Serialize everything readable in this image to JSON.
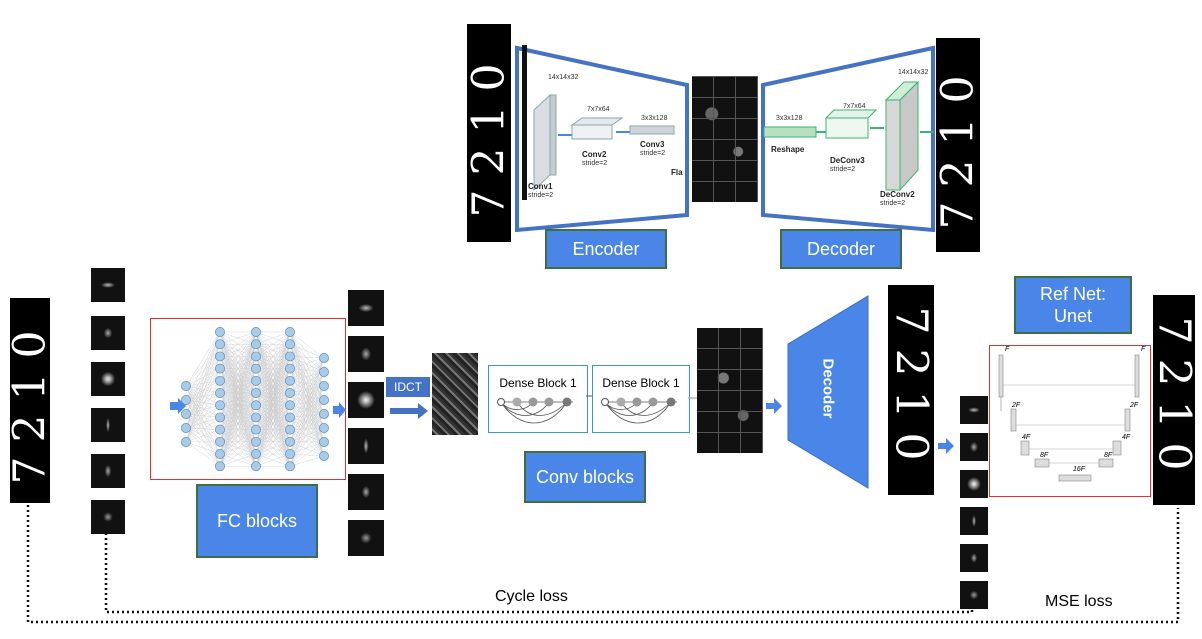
{
  "top_autoencoder": {
    "input_digits": "7210",
    "output_digits": "7210",
    "encoder_label": "Encoder",
    "decoder_label": "Decoder",
    "layers": {
      "conv1_dim": "14x14x32",
      "conv1_name": "Conv1",
      "conv1_stride": "stride=2",
      "conv2_dim": "7x7x64",
      "conv2_name": "Conv2",
      "conv2_stride": "stride=2",
      "conv3_dim": "3x3x128",
      "conv3_name": "Conv3",
      "conv3_stride": "stride=2",
      "flat_label": "Fla",
      "reshape_dim": "3x3x128",
      "reshape_name": "Reshape",
      "deconv3_dim": "7x7x64",
      "deconv3_name": "DeConv3",
      "deconv3_stride": "stride=2",
      "deconv2_dim": "14x14x32",
      "deconv2_name": "DeConv2",
      "deconv2_stride": "stride=2"
    }
  },
  "pipeline": {
    "input_digits": "7210",
    "fc_blocks_label": "FC blocks",
    "idct_label": "IDCT",
    "dense_block_1": "Dense Block 1",
    "dense_block_2": "Dense Block 1",
    "conv_blocks_label": "Conv blocks",
    "decoder_label": "Decoder",
    "decoder_output_digits": "7210",
    "ref_net_label": "Ref Net:\nUnet",
    "unet_labels": {
      "f_left": "F",
      "f_right": "F",
      "2f_left": "2F",
      "2f_right": "2F",
      "4f_left": "4F",
      "4f_right": "4F",
      "8f_left": "8F",
      "8f_right": "8F",
      "16f": "16F"
    },
    "final_output_digits": "7210",
    "cycle_loss_label": "Cycle loss",
    "mse_loss_label": "MSE loss"
  },
  "colors": {
    "accent_blue": "#4a86e8",
    "frame_blue": "#4472c4",
    "box_red": "#e03030",
    "dense_teal": "#3aa0a0",
    "decoder_green": "#3cb371",
    "node_fill": "#a8cbe8"
  }
}
